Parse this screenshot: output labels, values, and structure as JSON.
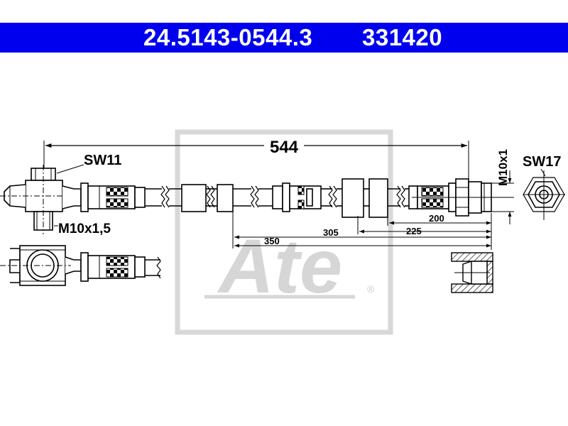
{
  "header": {
    "part_number": "24.5143-0544.3",
    "reference_number": "331420",
    "background_color": "#0000ee",
    "text_color": "#ffffff"
  },
  "watermark": {
    "text": "Ate",
    "trademark": "®",
    "color": "#d6d6d6"
  },
  "dimensions": {
    "overall_length": "544",
    "length_350": "350",
    "length_305": "305",
    "length_225": "225",
    "length_200": "200"
  },
  "labels": {
    "wrench_size_left": "SW11",
    "wrench_size_right": "SW17",
    "thread_left": "M10x1,5",
    "thread_right": "M10x1"
  }
}
